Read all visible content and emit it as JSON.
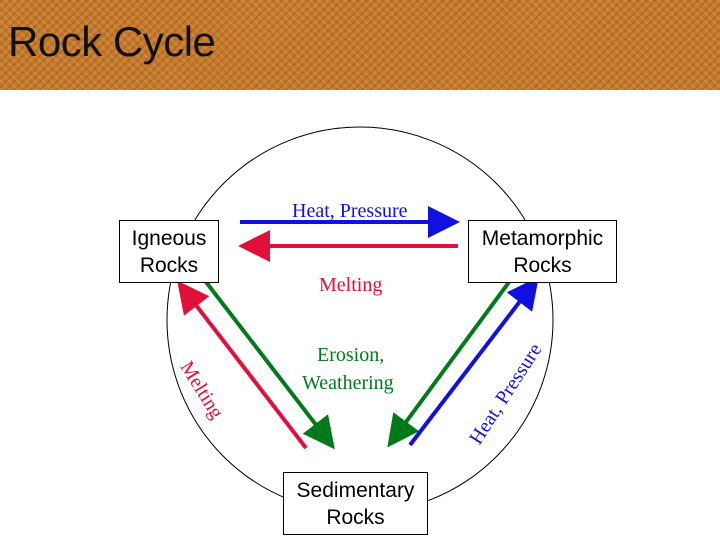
{
  "title": "Rock Cycle",
  "nodes": {
    "igneous": [
      "Igneous",
      "Rocks"
    ],
    "metamorphic": [
      "Metamorphic",
      "Rocks"
    ],
    "sedimentary": [
      "Sedimentary",
      "Rocks"
    ]
  },
  "labels": {
    "heat_pressure_top": "Heat, Pressure",
    "melting_middle": "Melting",
    "erosion": "Erosion,",
    "weathering": "Weathering",
    "melting_left": "Melting",
    "heat_pressure_right": "Heat, Pressure"
  },
  "colors": {
    "heat_pressure": "#1010e0",
    "melting": "#e0103a",
    "erosion_weathering": "#007a1a",
    "header": "#c87a2a"
  }
}
